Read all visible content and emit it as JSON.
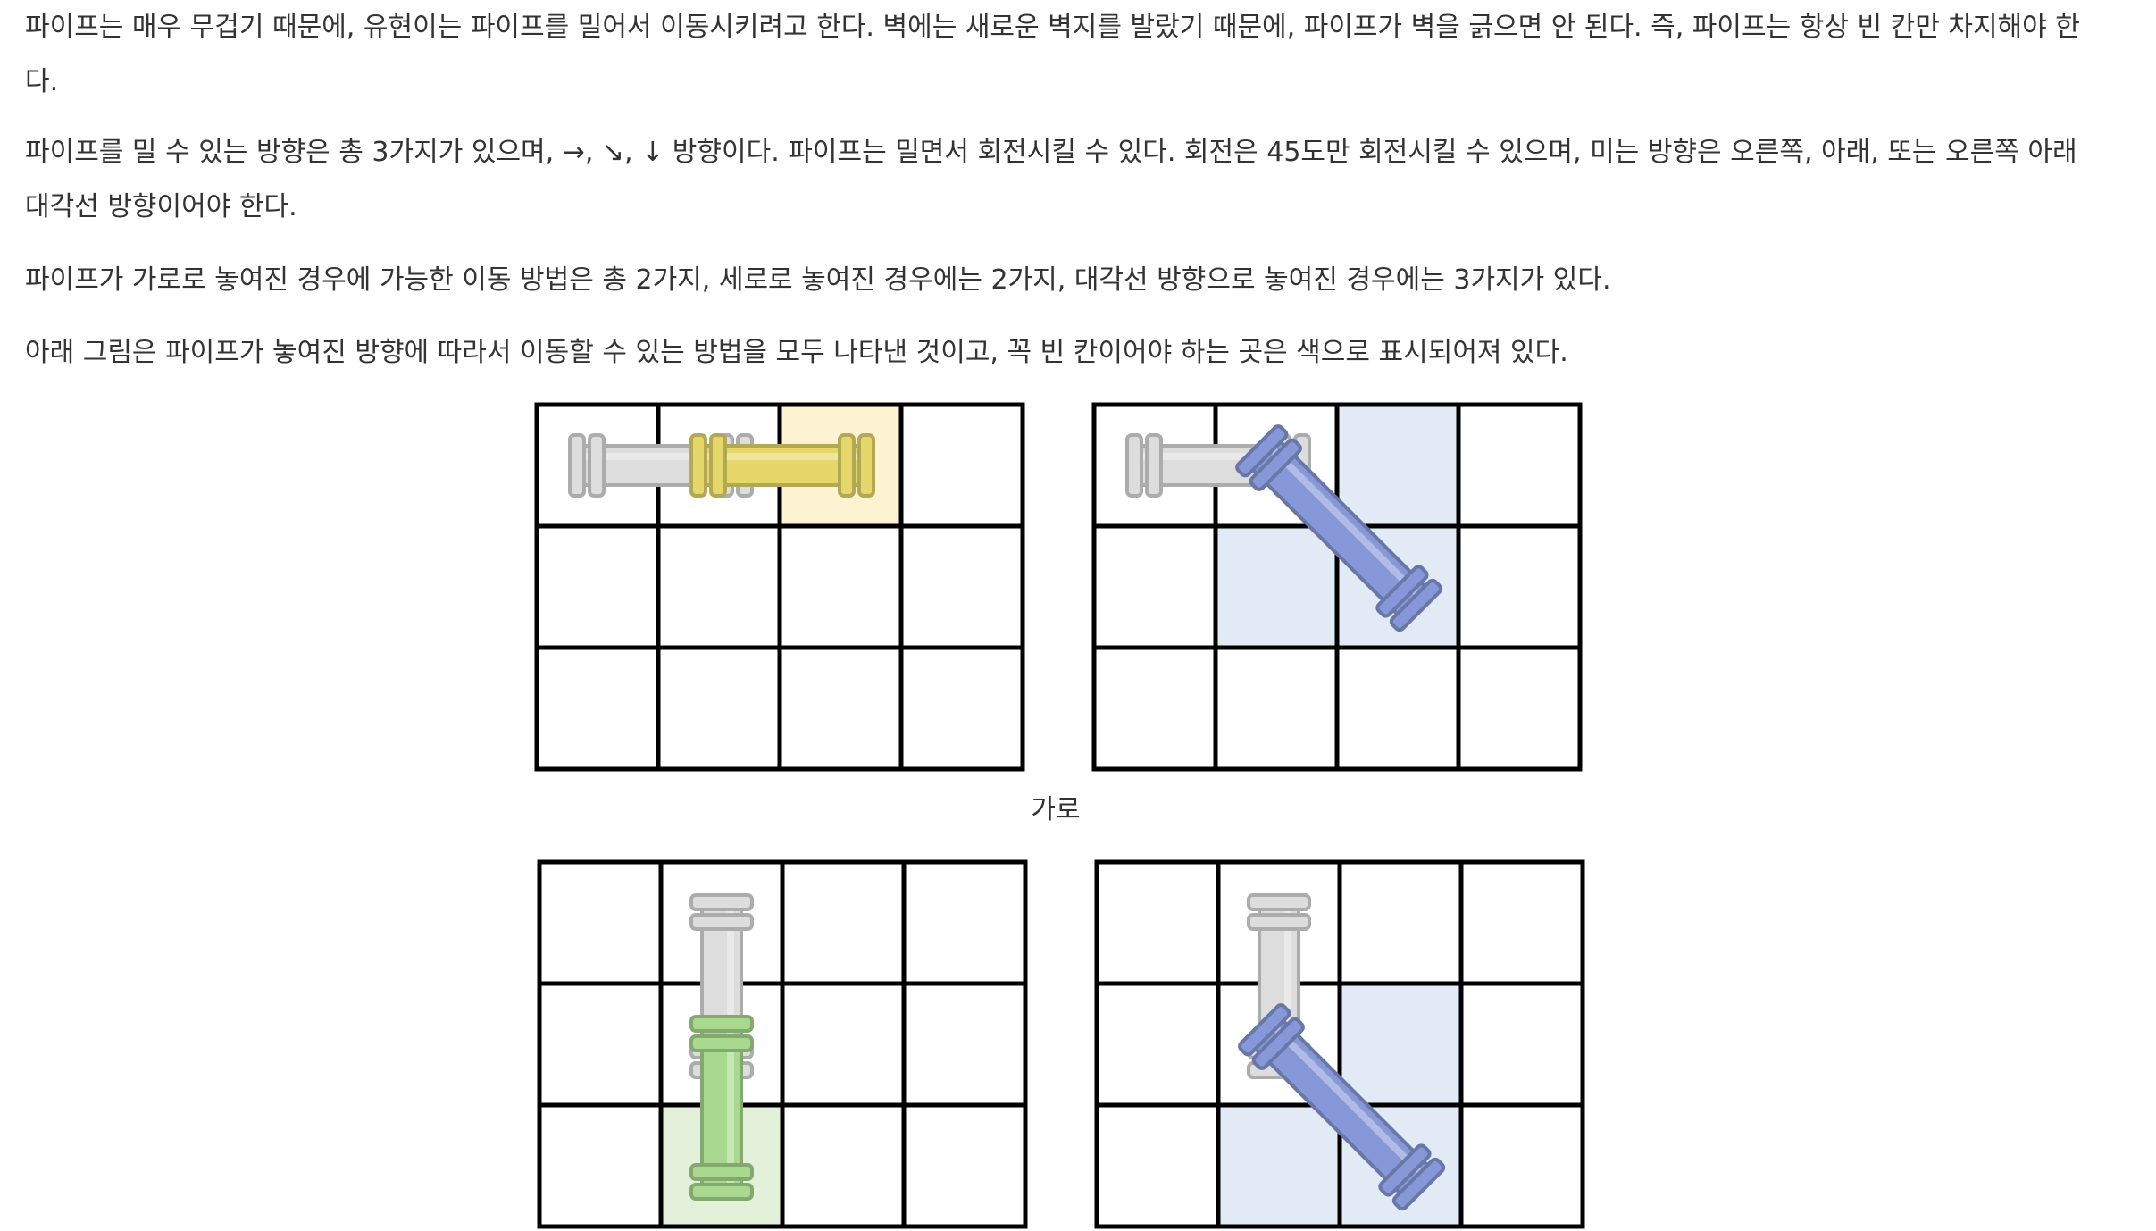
{
  "paragraphs": [
    "파이프는 매우 무겁기 때문에, 유현이는 파이프를 밀어서 이동시키려고 한다. 벽에는 새로운 벽지를 발랐기 때문에, 파이프가 벽을 긁으면 안 된다. 즉, 파이프는 항상 빈 칸만 차지해야 한다.",
    "파이프를 밀 수 있는 방향은 총 3가지가 있으며, →, ↘, ↓ 방향이다. 파이프는 밀면서 회전시킬 수 있다. 회전은 45도만 회전시킬 수 있으며, 미는 방향은 오른쪽, 아래, 또는 오른쪽 아래 대각선 방향이어야 한다.",
    "파이프가 가로로 놓여진 경우에 가능한 이동 방법은 총 2가지, 세로로 놓여진 경우에는 2가지, 대각선 방향으로 놓여진 경우에는 3가지가 있다.",
    "아래 그림은 파이프가 놓여진 방향에 따라서 이동할 수 있는 방법을 모두 나타낸 것이고, 꼭 빈 칸이어야 하는 곳은 색으로 표시되어져 있다."
  ],
  "caption": "가로",
  "colors": {
    "yellow_cell": "#fdf3d3",
    "blue_cell": "#e2ebf5",
    "green_cell": "#e3f1db",
    "pipe_gray": "#dddddd",
    "pipe_yellow": "#e6d76a",
    "pipe_blue": "#8798d8",
    "pipe_green": "#a9d98f",
    "grid_line": "#000000"
  },
  "figures": [
    {
      "name": "horizontal-to-horizontal",
      "rows": 3,
      "cols": 4,
      "highlight": [
        [
          0,
          2
        ]
      ],
      "highlight_color": "yellow_cell",
      "pipes": [
        {
          "from": [
            0,
            0
          ],
          "to": [
            0,
            1
          ],
          "color": "pipe_gray"
        },
        {
          "from": [
            0,
            1
          ],
          "to": [
            0,
            2
          ],
          "color": "pipe_yellow"
        }
      ]
    },
    {
      "name": "horizontal-to-diagonal",
      "rows": 3,
      "cols": 4,
      "highlight": [
        [
          0,
          2
        ],
        [
          1,
          1
        ],
        [
          1,
          2
        ]
      ],
      "highlight_color": "blue_cell",
      "pipes": [
        {
          "from": [
            0,
            0
          ],
          "to": [
            0,
            1
          ],
          "color": "pipe_gray"
        },
        {
          "from": [
            0,
            1
          ],
          "to": [
            1,
            2
          ],
          "color": "pipe_blue"
        }
      ]
    },
    {
      "name": "vertical-to-vertical",
      "rows": 3,
      "cols": 4,
      "highlight": [
        [
          2,
          1
        ]
      ],
      "highlight_color": "green_cell",
      "pipes": [
        {
          "from": [
            0,
            1
          ],
          "to": [
            1,
            1
          ],
          "color": "pipe_gray"
        },
        {
          "from": [
            1,
            1
          ],
          "to": [
            2,
            1
          ],
          "color": "pipe_green"
        }
      ]
    },
    {
      "name": "vertical-to-diagonal",
      "rows": 3,
      "cols": 4,
      "highlight": [
        [
          1,
          2
        ],
        [
          2,
          1
        ],
        [
          2,
          2
        ]
      ],
      "highlight_color": "blue_cell",
      "pipes": [
        {
          "from": [
            0,
            1
          ],
          "to": [
            1,
            1
          ],
          "color": "pipe_gray"
        },
        {
          "from": [
            1,
            1
          ],
          "to": [
            2,
            2
          ],
          "color": "pipe_blue"
        }
      ]
    }
  ]
}
